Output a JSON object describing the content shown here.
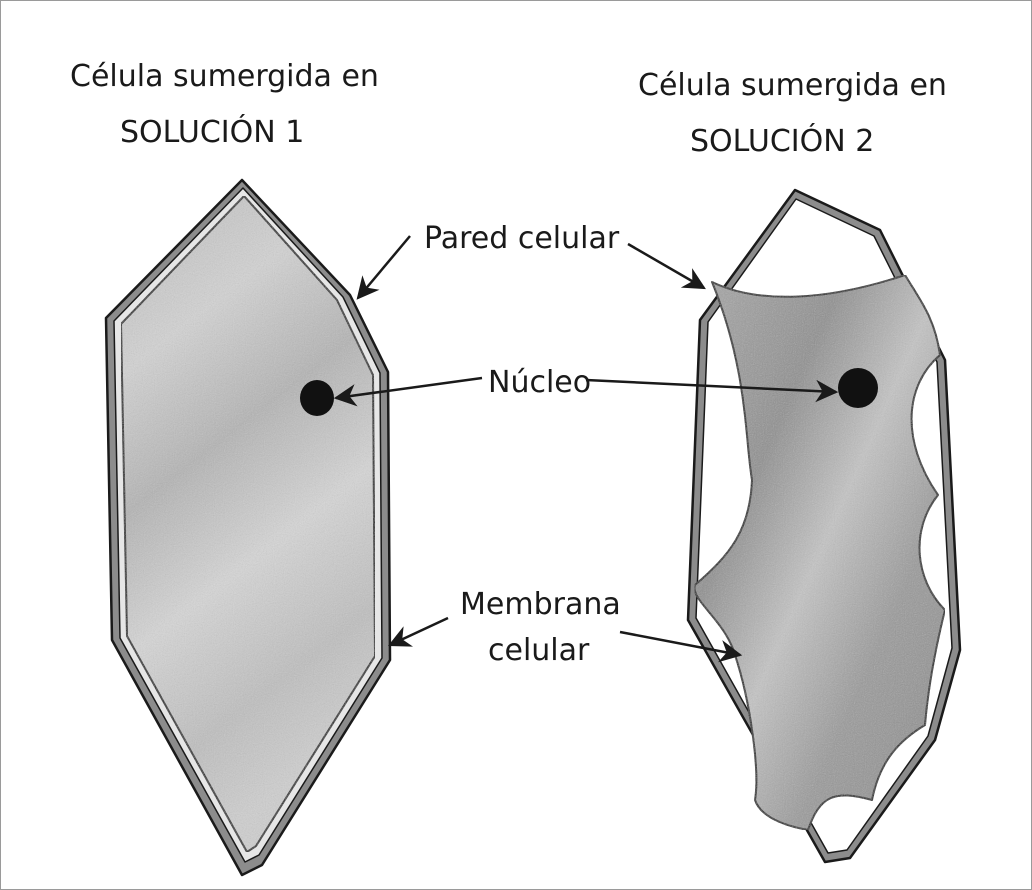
{
  "cell_left": {
    "title_line1": "Célula sumergida en",
    "title_line2": "SOLUCIÓN 1"
  },
  "cell_right": {
    "title_line1": "Célula sumergida en",
    "title_line2": "SOLUCIÓN 2"
  },
  "labels": {
    "cell_wall": "Pared celular",
    "nucleus": "Núcleo",
    "membrane_line1": "Membrana",
    "membrane_line2": "celular"
  },
  "colors": {
    "wall_fill": "#8c8c8c",
    "cytoplasm": "#c8c8c8",
    "cytoplasm_dark": "#9e9e9e",
    "nucleus": "#111111",
    "ink": "#1a1a1a"
  }
}
